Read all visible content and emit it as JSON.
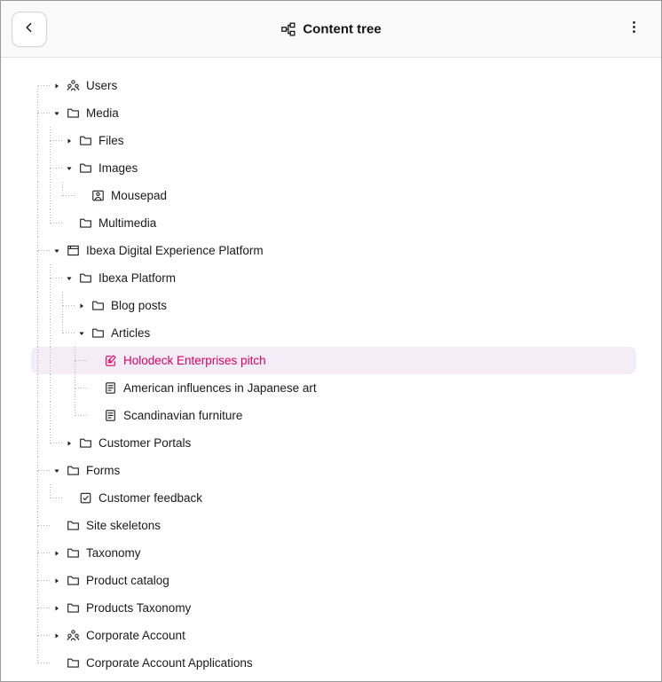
{
  "header": {
    "title": "Content tree",
    "title_icon": "content-tree",
    "back_icon": "chevron-left",
    "menu_icon": "kebab-menu"
  },
  "colors": {
    "accent": "#db0060",
    "selected_row_bg": "#f4edf8",
    "header_bg": "#fafafa",
    "border": "#e0e0e0",
    "guide_line": "#b9b9b9",
    "text": "#1a1a1a"
  },
  "tree": {
    "items": [
      {
        "label": "Users",
        "level": 0,
        "icon": "users",
        "caret": "collapsed",
        "selected": false
      },
      {
        "label": "Media",
        "level": 0,
        "icon": "folder",
        "caret": "expanded",
        "selected": false
      },
      {
        "label": "Files",
        "level": 1,
        "icon": "folder",
        "caret": "collapsed",
        "selected": false
      },
      {
        "label": "Images",
        "level": 1,
        "icon": "folder",
        "caret": "expanded",
        "selected": false
      },
      {
        "label": "Mousepad",
        "level": 2,
        "icon": "image",
        "caret": "none",
        "selected": false
      },
      {
        "label": "Multimedia",
        "level": 1,
        "icon": "folder",
        "caret": "none",
        "selected": false
      },
      {
        "label": "Ibexa Digital Experience Platform",
        "level": 0,
        "icon": "site",
        "caret": "expanded",
        "selected": false
      },
      {
        "label": "Ibexa Platform",
        "level": 1,
        "icon": "folder",
        "caret": "expanded",
        "selected": false
      },
      {
        "label": "Blog posts",
        "level": 2,
        "icon": "folder",
        "caret": "collapsed",
        "selected": false
      },
      {
        "label": "Articles",
        "level": 2,
        "icon": "folder",
        "caret": "expanded",
        "selected": false
      },
      {
        "label": "Holodeck Enterprises pitch",
        "level": 3,
        "icon": "article-edit",
        "caret": "none",
        "selected": true
      },
      {
        "label": "American influences in Japanese art",
        "level": 3,
        "icon": "article",
        "caret": "none",
        "selected": false
      },
      {
        "label": "Scandinavian furniture",
        "level": 3,
        "icon": "article",
        "caret": "none",
        "selected": false
      },
      {
        "label": "Customer Portals",
        "level": 1,
        "icon": "folder",
        "caret": "collapsed",
        "selected": false
      },
      {
        "label": "Forms",
        "level": 0,
        "icon": "folder",
        "caret": "expanded",
        "selected": false
      },
      {
        "label": "Customer feedback",
        "level": 1,
        "icon": "form",
        "caret": "none",
        "selected": false
      },
      {
        "label": "Site skeletons",
        "level": 0,
        "icon": "folder",
        "caret": "none",
        "selected": false
      },
      {
        "label": "Taxonomy",
        "level": 0,
        "icon": "folder",
        "caret": "collapsed",
        "selected": false
      },
      {
        "label": "Product catalog",
        "level": 0,
        "icon": "folder",
        "caret": "collapsed",
        "selected": false
      },
      {
        "label": "Products Taxonomy",
        "level": 0,
        "icon": "folder",
        "caret": "collapsed",
        "selected": false
      },
      {
        "label": "Corporate Account",
        "level": 0,
        "icon": "users",
        "caret": "collapsed",
        "selected": false
      },
      {
        "label": "Corporate Account Applications",
        "level": 0,
        "icon": "folder",
        "caret": "none",
        "selected": false
      }
    ]
  }
}
